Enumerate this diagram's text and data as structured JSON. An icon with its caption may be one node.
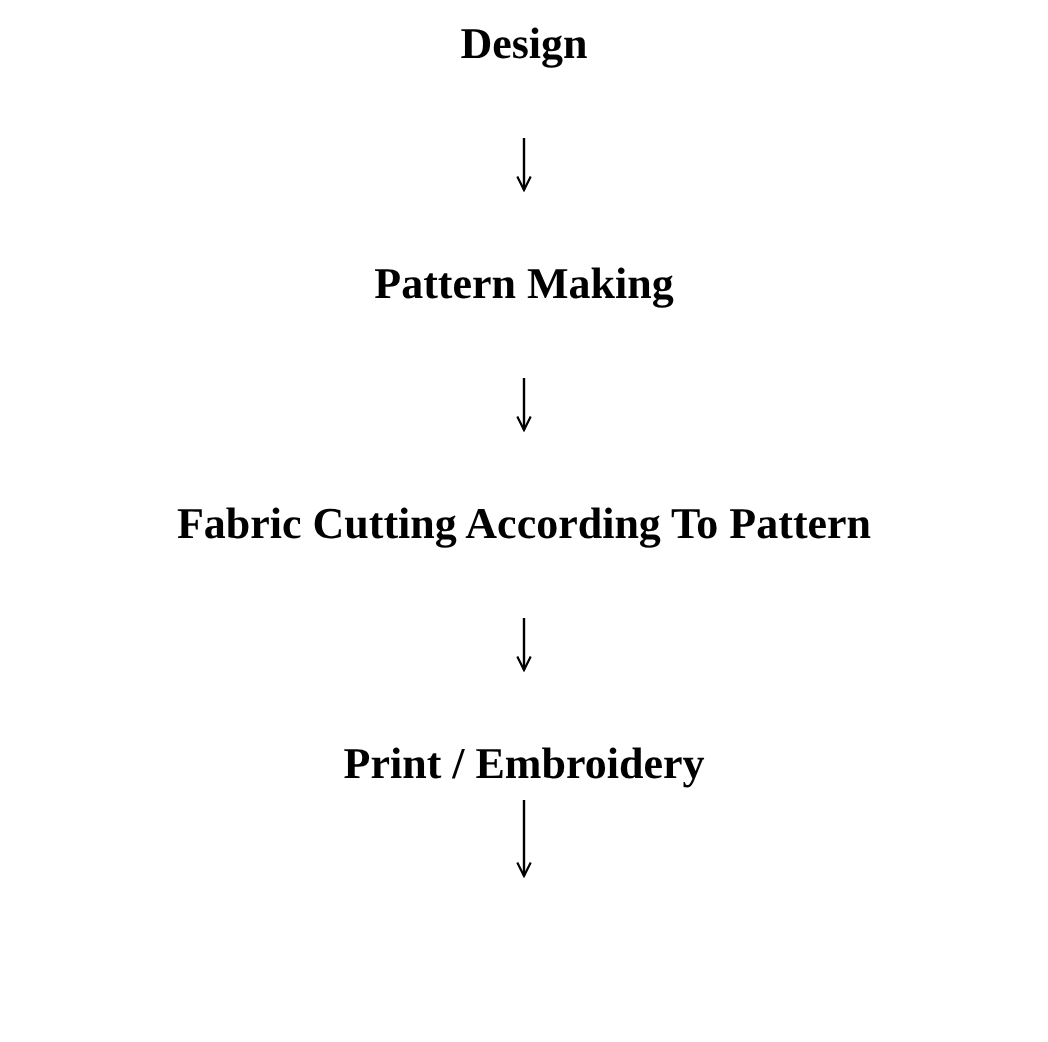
{
  "diagram": {
    "nodes": [
      {
        "text": [
          "Design"
        ]
      },
      {
        "text": [
          "Pattern Making"
        ]
      },
      {
        "text": [
          "Fabric Cutting According To Pattern"
        ]
      },
      {
        "text": [
          "Print / Embroidery"
        ]
      }
    ],
    "edges": [
      {
        "from": 0,
        "to": 1,
        "arrow": "to"
      },
      {
        "from": 1,
        "to": 2,
        "arrow": "to"
      },
      {
        "from": 2,
        "to": 3,
        "arrow": "to"
      },
      {
        "from": 3,
        "to": null,
        "arrow": "to"
      }
    ]
  }
}
